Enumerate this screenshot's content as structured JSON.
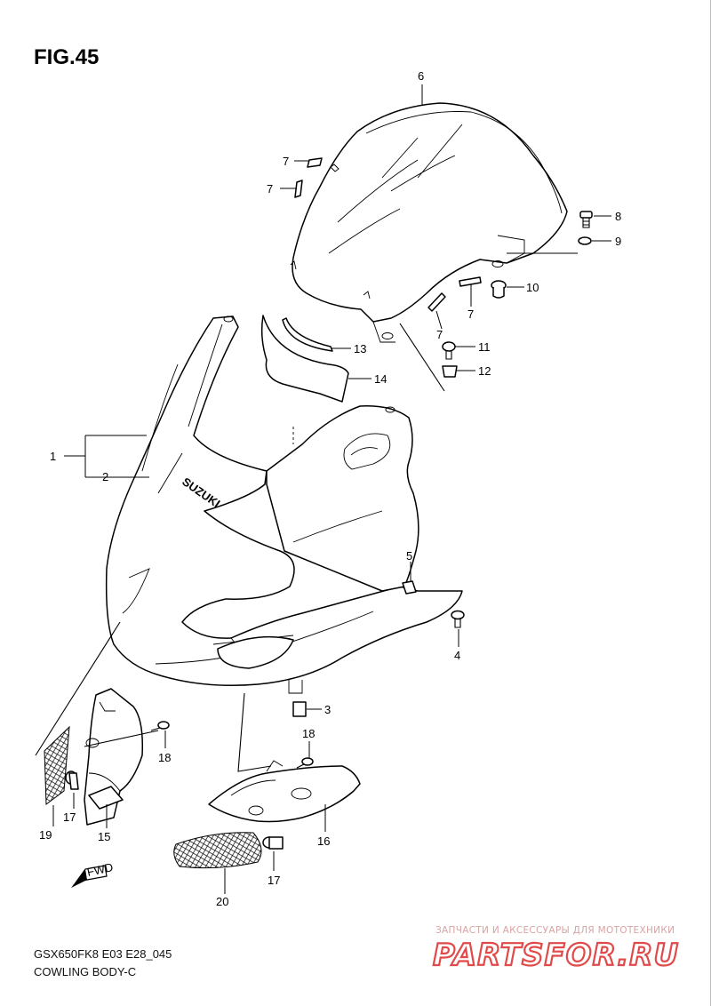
{
  "figure": {
    "title": "FIG.45",
    "model_code": "GSX650FK8 E03 E28_045",
    "caption": "COWLING BODY-C"
  },
  "brand_label": "SUZUKI",
  "fwd_label": "FWD",
  "callouts": [
    {
      "id": "6",
      "text": "6"
    },
    {
      "id": "7a",
      "text": "7"
    },
    {
      "id": "7b",
      "text": "7"
    },
    {
      "id": "8",
      "text": "8"
    },
    {
      "id": "9",
      "text": "9"
    },
    {
      "id": "10",
      "text": "10"
    },
    {
      "id": "7c",
      "text": "7"
    },
    {
      "id": "7d",
      "text": "7"
    },
    {
      "id": "11",
      "text": "11"
    },
    {
      "id": "12",
      "text": "12"
    },
    {
      "id": "13",
      "text": "13"
    },
    {
      "id": "14",
      "text": "14"
    },
    {
      "id": "1",
      "text": "1"
    },
    {
      "id": "2",
      "text": "2"
    },
    {
      "id": "5",
      "text": "5"
    },
    {
      "id": "4",
      "text": "4"
    },
    {
      "id": "3",
      "text": "3"
    },
    {
      "id": "18a",
      "text": "18"
    },
    {
      "id": "18b",
      "text": "18"
    },
    {
      "id": "17a",
      "text": "17"
    },
    {
      "id": "19",
      "text": "19"
    },
    {
      "id": "15",
      "text": "15"
    },
    {
      "id": "16",
      "text": "16"
    },
    {
      "id": "17b",
      "text": "17"
    },
    {
      "id": "20",
      "text": "20"
    }
  ],
  "watermark": {
    "tagline": "ЗАПЧАСТИ И АКСЕССУАРЫ ДЛЯ МОТОТЕХНИКИ",
    "brand": "PARTSFOR.RU"
  }
}
